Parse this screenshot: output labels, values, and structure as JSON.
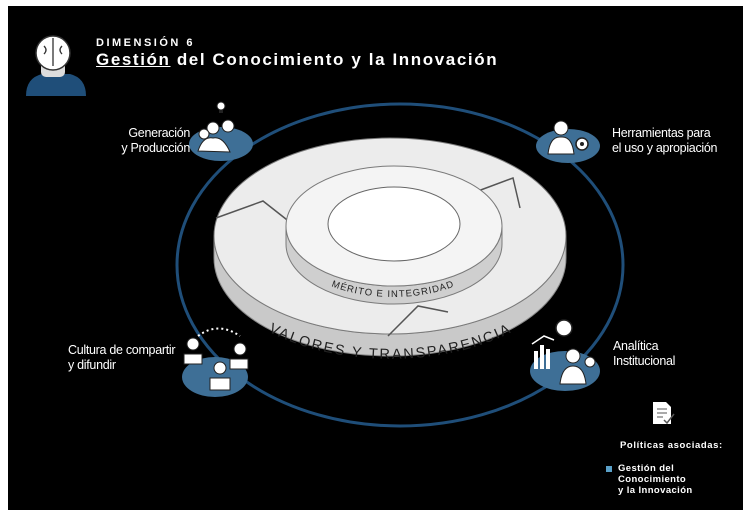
{
  "header": {
    "dimension": "DIMENSIÓN 6",
    "title_underlined": "Gestión",
    "title_rest": " del Conocimiento y la Innovación"
  },
  "labels": {
    "generacion": [
      "Generación",
      "y Producción"
    ],
    "herramientas": [
      "Herramientas para",
      "el uso y apropiación"
    ],
    "cultura": [
      "Cultura de compartir",
      "y difundir"
    ],
    "analitica": [
      "Analítica",
      "Institucional"
    ]
  },
  "rings": {
    "inner": "MÉRITO E INTEGRIDAD",
    "outer": "VALORES Y TRANSPARENCIA"
  },
  "politicas": {
    "heading": "Políticas asociadas:",
    "items": [
      [
        "Gestión del Conocimiento",
        "y la Innovación"
      ]
    ]
  },
  "icons": [
    "brain-head-icon",
    "people-lightbulb-icon",
    "person-gear-icon",
    "people-sharing-icon",
    "analytics-person-icon",
    "document-check-icon"
  ],
  "colors": {
    "background": "#000000",
    "orbit": "#1f4e79",
    "badge": "#3e6f96",
    "ring": "#d9d9d9",
    "text": "#ffffff"
  }
}
